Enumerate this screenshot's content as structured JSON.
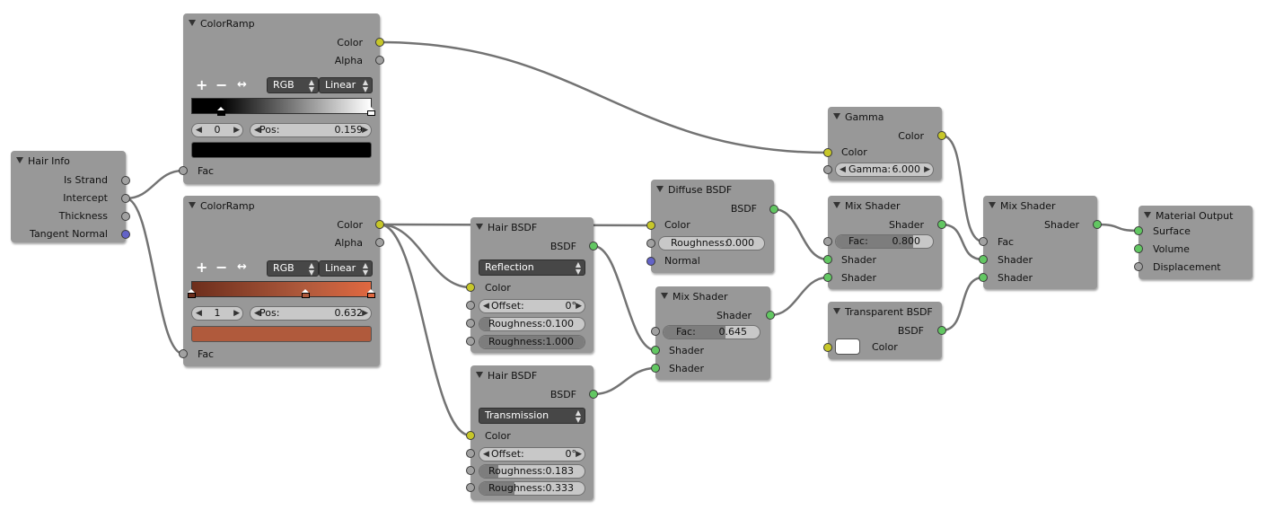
{
  "colors": {
    "node_bg": "#989898",
    "link": "#737373",
    "color_socket": "#c7c729",
    "float_socket": "#a1a1a1",
    "shader_socket": "#62c762",
    "vector_socket": "#6363c7",
    "ramp1_stop": "#000000",
    "ramp2_stop": "#b05a3c"
  },
  "hair_info": {
    "title": "Hair Info",
    "outputs": [
      "Is Strand",
      "Intercept",
      "Thickness",
      "Tangent Normal"
    ]
  },
  "colorramp1": {
    "title": "ColorRamp",
    "out_color": "Color",
    "out_alpha": "Alpha",
    "tools": [
      "+",
      "−",
      "↔"
    ],
    "mode": "RGB",
    "interp": "Linear",
    "index": "0",
    "pos_label": "Pos:",
    "pos_value": "0.159",
    "in_fac": "Fac"
  },
  "colorramp2": {
    "title": "ColorRamp",
    "out_color": "Color",
    "out_alpha": "Alpha",
    "tools": [
      "+",
      "−",
      "↔"
    ],
    "mode": "RGB",
    "interp": "Linear",
    "index": "1",
    "pos_label": "Pos:",
    "pos_value": "0.632",
    "in_fac": "Fac"
  },
  "hair_bsdf1": {
    "title": "Hair BSDF",
    "out": "BSDF",
    "component": "Reflection",
    "in_color": "Color",
    "offset_label": "Offset:",
    "offset_value": "0°",
    "rough1_label": "Roughness:",
    "rough1_value": "0.100",
    "rough1_level": 0.1,
    "rough2_label": "Roughness:",
    "rough2_value": "1.000",
    "rough2_level": 1.0
  },
  "hair_bsdf2": {
    "title": "Hair BSDF",
    "out": "BSDF",
    "component": "Transmission",
    "in_color": "Color",
    "offset_label": "Offset:",
    "offset_value": "0°",
    "rough1_label": "Roughness:",
    "rough1_value": "0.183",
    "rough1_level": 0.183,
    "rough2_label": "Roughness:",
    "rough2_value": "0.333",
    "rough2_level": 0.333
  },
  "diffuse_bsdf": {
    "title": "Diffuse BSDF",
    "out": "BSDF",
    "in_color": "Color",
    "rough_label": "Roughness:",
    "rough_value": "0.000",
    "in_normal": "Normal"
  },
  "mix_shader1": {
    "title": "Mix Shader",
    "out": "Shader",
    "fac_label": "Fac:",
    "fac_value": "0.645",
    "fac_level": 0.645,
    "in1": "Shader",
    "in2": "Shader"
  },
  "gamma": {
    "title": "Gamma",
    "out": "Color",
    "in_color": "Color",
    "gamma_label": "Gamma:",
    "gamma_value": "6.000"
  },
  "mix_shader2": {
    "title": "Mix Shader",
    "out": "Shader",
    "fac_label": "Fac:",
    "fac_value": "0.800",
    "fac_level": 0.8,
    "in1": "Shader",
    "in2": "Shader"
  },
  "transparent_bsdf": {
    "title": "Transparent BSDF",
    "out": "BSDF",
    "in_color": "Color"
  },
  "mix_shader3": {
    "title": "Mix Shader",
    "out": "Shader",
    "in_fac": "Fac",
    "in1": "Shader",
    "in2": "Shader"
  },
  "material_output": {
    "title": "Material Output",
    "inputs": [
      "Surface",
      "Volume",
      "Displacement"
    ]
  }
}
